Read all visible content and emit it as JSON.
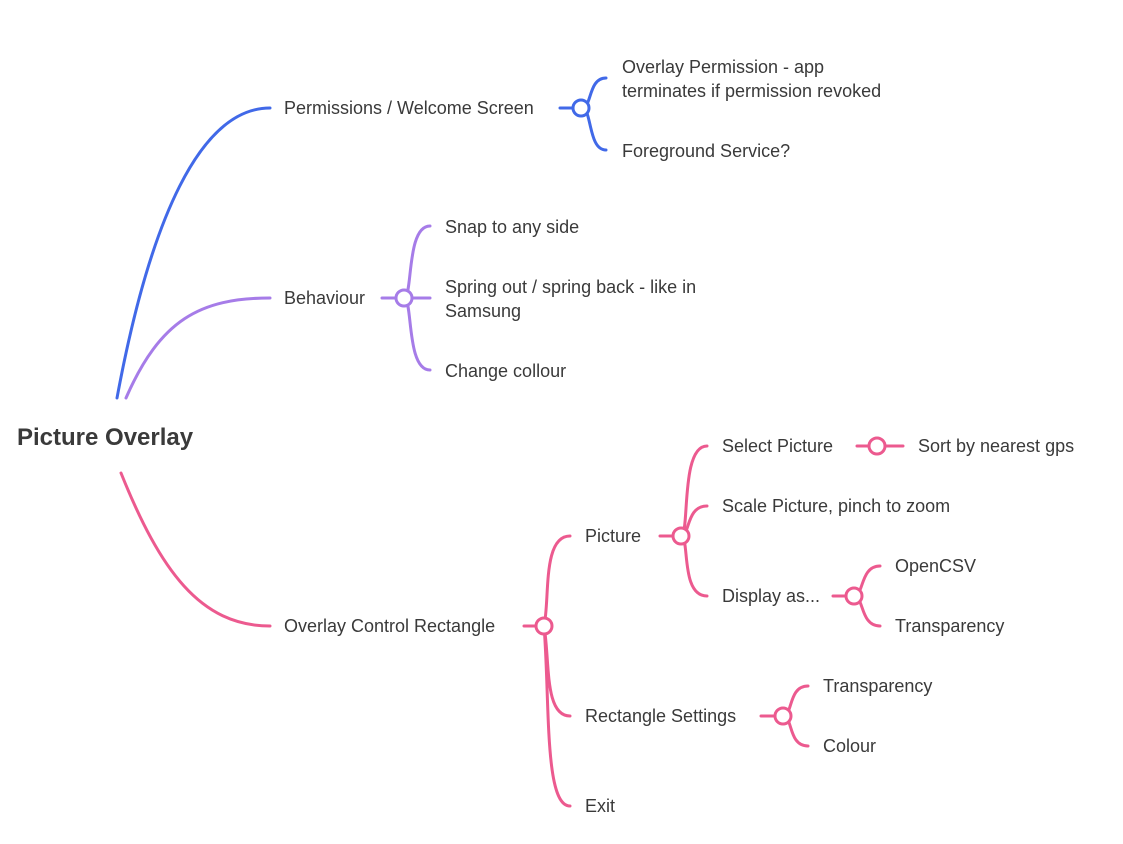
{
  "colors": {
    "permissions": "#4169e8",
    "behaviour": "#a67ce8",
    "overlay": "#ec5a8f",
    "text": "#3a3a3a"
  },
  "root": {
    "label": "Picture Overlay"
  },
  "branches": {
    "permissions": {
      "label": "Permissions / Welcome Screen",
      "children": [
        {
          "lines": [
            "Overlay Permission - app",
            "terminates if permission revoked"
          ]
        },
        {
          "lines": [
            "Foreground Service?"
          ]
        }
      ]
    },
    "behaviour": {
      "label": "Behaviour",
      "children": [
        {
          "lines": [
            "Snap to any side"
          ]
        },
        {
          "lines": [
            "Spring out / spring back - like in",
            "Samsung"
          ]
        },
        {
          "lines": [
            "Change collour"
          ]
        }
      ]
    },
    "overlay": {
      "label": "Overlay Control Rectangle",
      "picture": {
        "label": "Picture",
        "select": {
          "label": "Select Picture",
          "child": "Sort by nearest gps"
        },
        "scale": {
          "label": "Scale Picture, pinch to zoom"
        },
        "display": {
          "label": "Display as...",
          "children": [
            "OpenCSV",
            "Transparency"
          ]
        }
      },
      "rectangle_settings": {
        "label": "Rectangle Settings",
        "children": [
          "Transparency",
          "Colour"
        ]
      },
      "exit": {
        "label": "Exit"
      }
    }
  }
}
